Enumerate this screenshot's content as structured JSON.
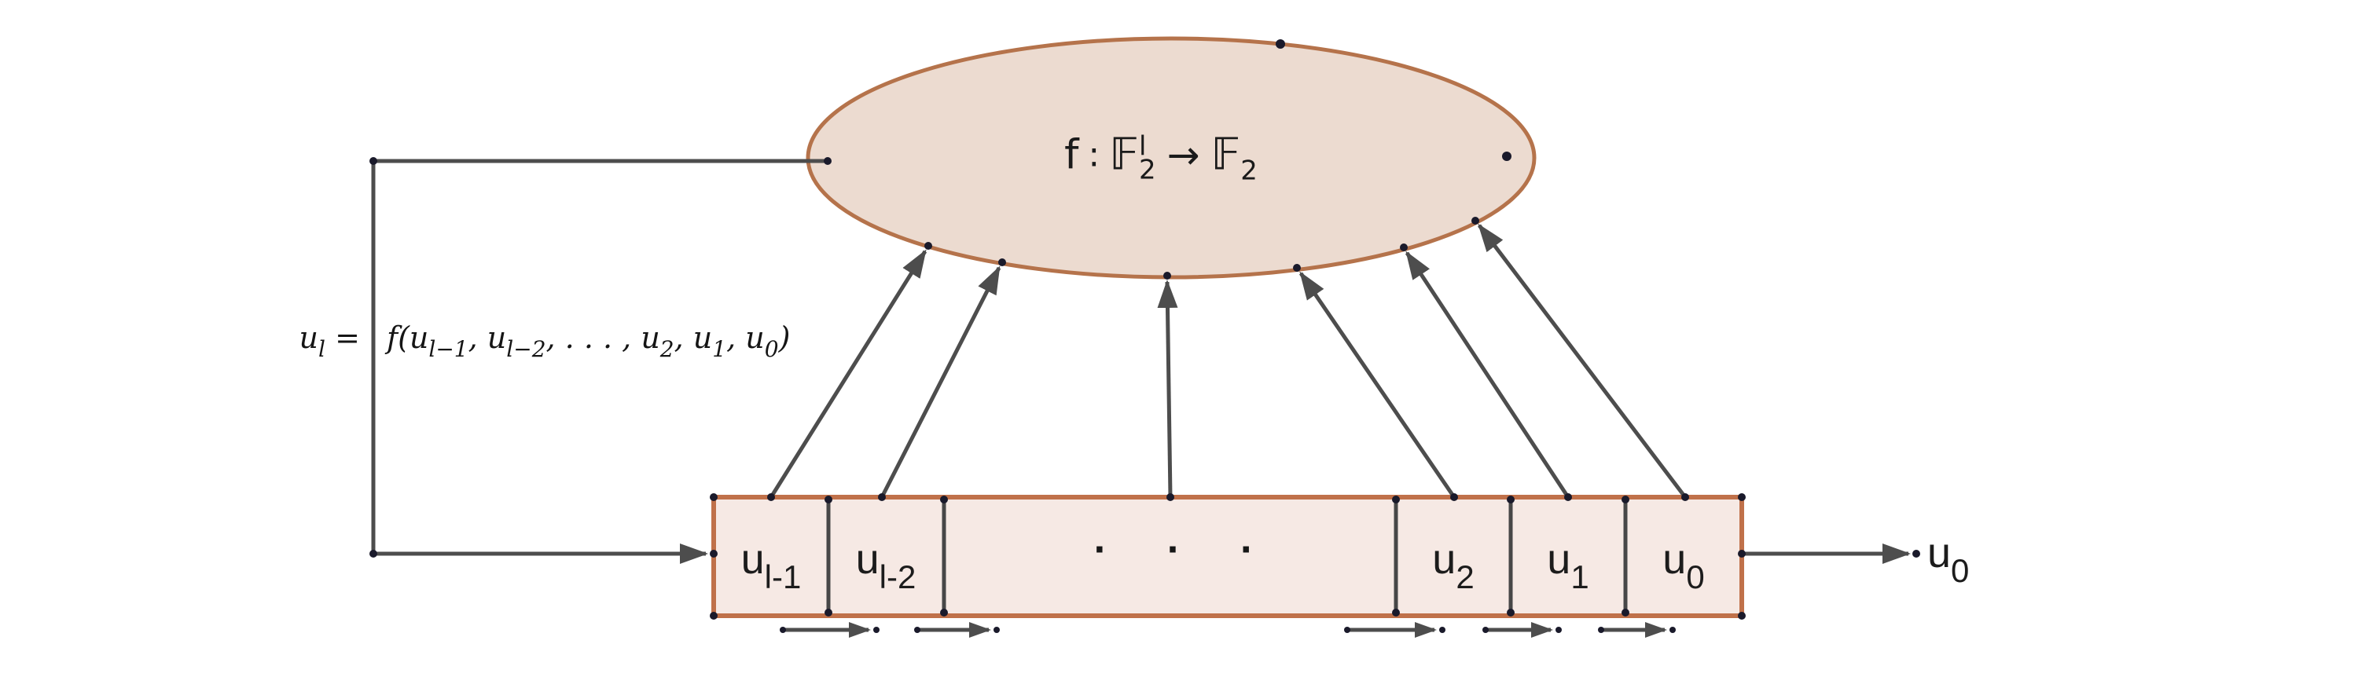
{
  "colors": {
    "background": "#ffffff",
    "ellipse_fill": "#ecdbd0",
    "ellipse_stroke": "#b5734b",
    "register_fill": "#f6e9e4",
    "register_stroke": "#c0714a",
    "divider": "#474747",
    "line": "#4d4d4d",
    "dot": "#1a1a2b"
  },
  "function_label": {
    "fname": "f",
    "colon": ":",
    "field": "𝔽",
    "power": "l",
    "dim": "2",
    "arrow": "→",
    "field2": "𝔽",
    "dim2": "2"
  },
  "equation": {
    "left": [
      "u",
      "l",
      " = "
    ],
    "right": [
      "f",
      "(",
      "u",
      "l−1",
      ", ",
      "u",
      "l−2",
      ", . . . , ",
      "u",
      "2",
      ", ",
      "u",
      "1",
      ", ",
      "u",
      "0",
      ")"
    ]
  },
  "register": {
    "cells": [
      {
        "base": "u",
        "sub": "l-1"
      },
      {
        "base": "u",
        "sub": "l-2"
      },
      {
        "dots": ".  .  ."
      },
      {
        "base": "u",
        "sub": "2"
      },
      {
        "base": "u",
        "sub": "1"
      },
      {
        "base": "u",
        "sub": "0"
      }
    ]
  },
  "output": {
    "base": "u",
    "sub": "0"
  }
}
